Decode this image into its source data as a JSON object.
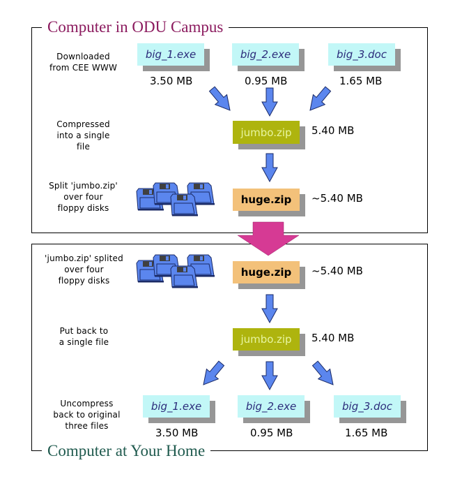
{
  "colors": {
    "top_title": "#8b1a5e",
    "bottom_title": "#1f5a4e",
    "arrow_blue": "#5b86ee",
    "transfer_arrow": "#d63a94",
    "file_box": "#c2f7f7",
    "jumbo_box": "#aeb40e",
    "huge_box": "#f3c17a",
    "shadow": "#969696"
  },
  "top_section": {
    "title": "Computer in ODU Campus",
    "steps": [
      {
        "label": [
          "Downloaded",
          "from CEE WWW"
        ]
      },
      {
        "label": [
          "Compressed",
          "into a single",
          "file"
        ]
      },
      {
        "label": [
          "Split 'jumbo.zip'",
          "over four",
          "floppy disks"
        ]
      }
    ],
    "files": [
      {
        "name": "big_1.exe",
        "size": "3.50 MB"
      },
      {
        "name": "big_2.exe",
        "size": "0.95 MB"
      },
      {
        "name": "big_3.doc",
        "size": "1.65 MB"
      }
    ],
    "archive": {
      "name": "jumbo.zip",
      "size": "5.40 MB"
    },
    "split": {
      "name": "huge.zip",
      "size": "~5.40 MB",
      "icon": "floppy-disks-icon",
      "disk_count": 4
    }
  },
  "transfer": {
    "icon": "transfer-arrow-icon"
  },
  "bottom_section": {
    "title": "Computer at Your Home",
    "steps": [
      {
        "label": [
          "'jumbo.zip' splited",
          "over four",
          "floppy disks"
        ]
      },
      {
        "label": [
          "Put back to",
          "a single file"
        ]
      },
      {
        "label": [
          "Uncompress",
          "back to original",
          "three files"
        ]
      }
    ],
    "split": {
      "name": "huge.zip",
      "size": "~5.40 MB",
      "icon": "floppy-disks-icon",
      "disk_count": 4
    },
    "archive": {
      "name": "jumbo.zip",
      "size": "5.40 MB"
    },
    "files": [
      {
        "name": "big_1.exe",
        "size": "3.50 MB"
      },
      {
        "name": "big_2.exe",
        "size": "0.95 MB"
      },
      {
        "name": "big_3.doc",
        "size": "1.65 MB"
      }
    ]
  }
}
